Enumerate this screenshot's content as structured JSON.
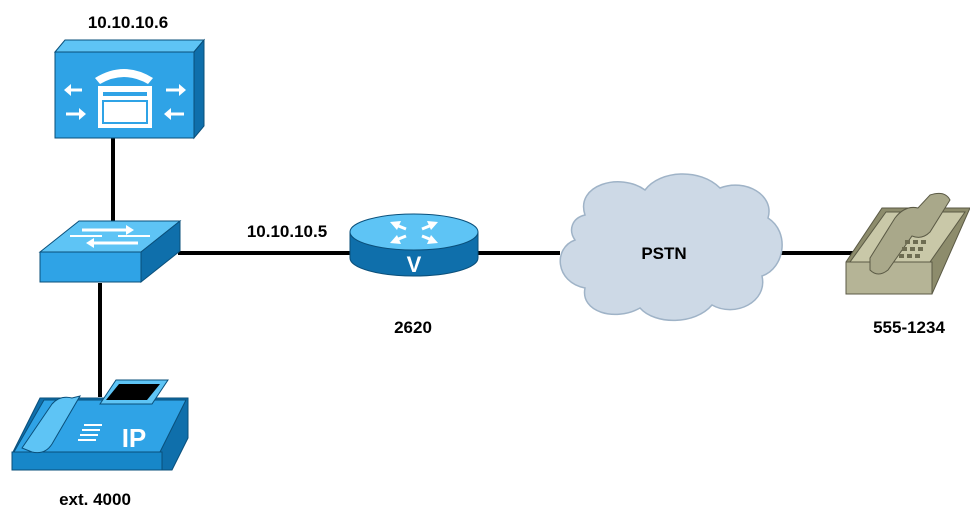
{
  "diagram": {
    "nodes": {
      "call_manager": {
        "label": "10.10.10.6",
        "icon": "call-manager-server-icon"
      },
      "switch": {
        "icon": "ethernet-switch-icon"
      },
      "router": {
        "interface_label": "10.10.10.5",
        "label": "2620",
        "icon": "voice-router-icon",
        "glyph": "V"
      },
      "pstn": {
        "label": "PSTN",
        "icon": "cloud-icon"
      },
      "analog_phone": {
        "label": "555-1234",
        "icon": "analog-telephone-icon"
      },
      "ip_phone": {
        "label": "ext. 4000",
        "icon": "ip-phone-icon",
        "glyph": "IP"
      }
    },
    "links": [
      [
        "call_manager",
        "switch"
      ],
      [
        "switch",
        "ip_phone"
      ],
      [
        "switch",
        "router"
      ],
      [
        "router",
        "pstn"
      ],
      [
        "pstn",
        "analog_phone"
      ]
    ],
    "colors": {
      "cisco_blue_face": "#2fa3e6",
      "cisco_blue_top": "#5ec4f5",
      "cisco_blue_side": "#0f6fab",
      "cloud_fill": "#cdd9e6",
      "phone_beige": "#c9c8a8",
      "phone_beige_dark": "#8d8c6c",
      "line": "#000000"
    }
  }
}
